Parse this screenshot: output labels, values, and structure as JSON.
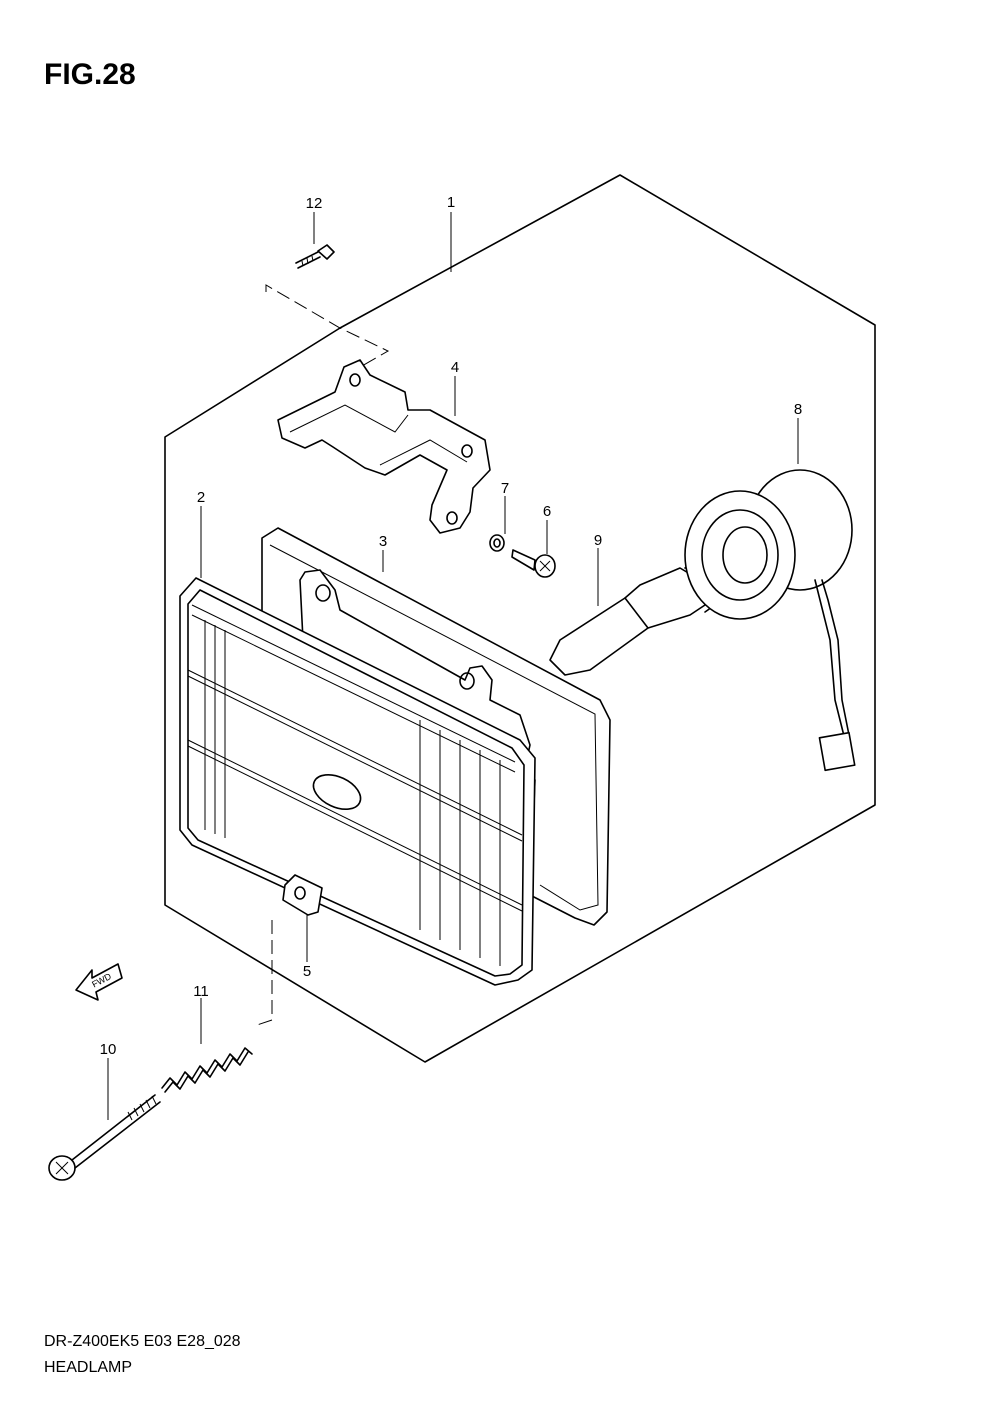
{
  "figure": {
    "title": "FIG.28"
  },
  "footer": {
    "model_code": "DR-Z400EK5 E03 E28_028",
    "part_name": "HEADLAMP"
  },
  "fwd_arrow": {
    "label": "FWD"
  },
  "callouts": [
    {
      "id": "1",
      "label": "1"
    },
    {
      "id": "2",
      "label": "2"
    },
    {
      "id": "3",
      "label": "3"
    },
    {
      "id": "4",
      "label": "4"
    },
    {
      "id": "5",
      "label": "5"
    },
    {
      "id": "6",
      "label": "6"
    },
    {
      "id": "7",
      "label": "7"
    },
    {
      "id": "8",
      "label": "8"
    },
    {
      "id": "9",
      "label": "9"
    },
    {
      "id": "10",
      "label": "10"
    },
    {
      "id": "11",
      "label": "11"
    },
    {
      "id": "12",
      "label": "12"
    }
  ]
}
